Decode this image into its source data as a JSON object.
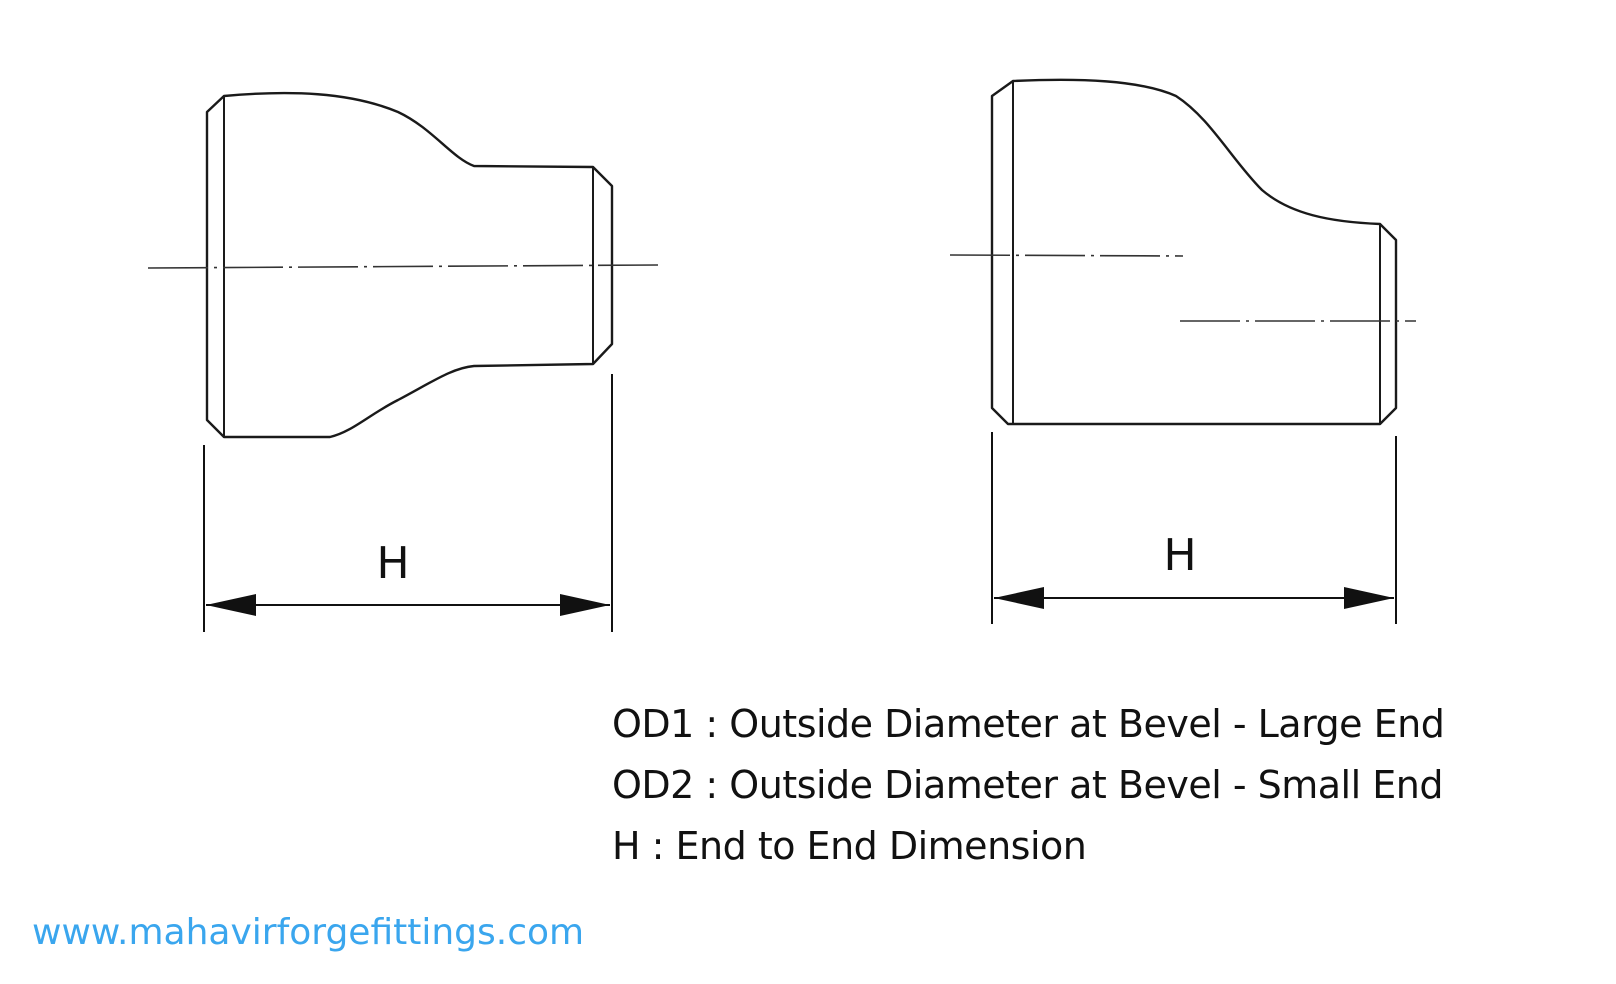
{
  "diagrams": {
    "concentric": {
      "dimension_label": "H"
    },
    "eccentric": {
      "dimension_label": "H"
    }
  },
  "legend": [
    {
      "text": "OD1 : Outside Diameter at Bevel - Large End"
    },
    {
      "text": "OD2 : Outside Diameter at Bevel - Small End"
    },
    {
      "text": "H : End to End Dimension"
    }
  ],
  "website": "www.mahavirforgefittings.com",
  "colors": {
    "line": "#1a1a1a",
    "website_text": "#3aa6ee"
  }
}
